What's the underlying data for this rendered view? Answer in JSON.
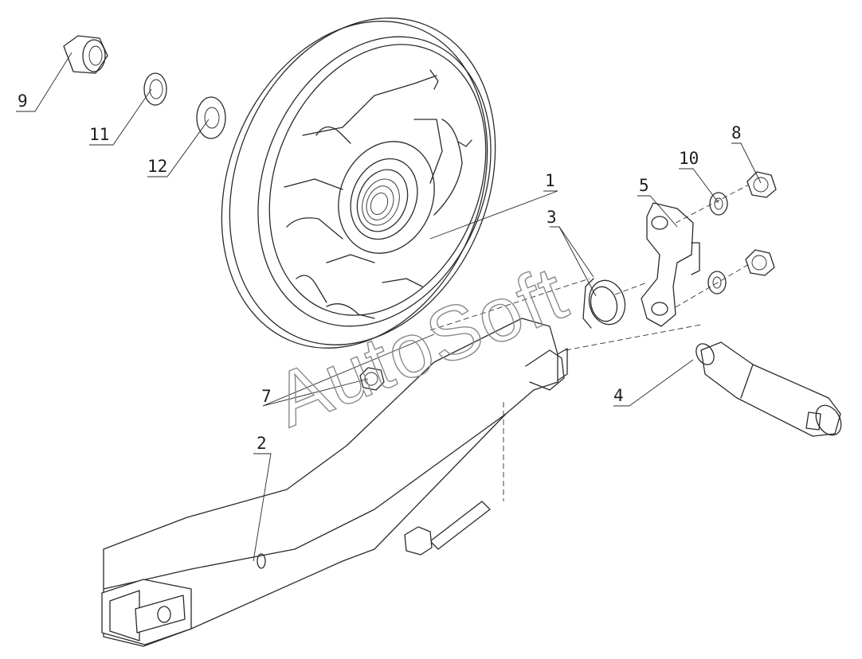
{
  "watermark": "AutoSoft",
  "callouts": [
    {
      "id": "c1",
      "label": "1"
    },
    {
      "id": "c2",
      "label": "2"
    },
    {
      "id": "c3",
      "label": "3"
    },
    {
      "id": "c4",
      "label": "4"
    },
    {
      "id": "c5",
      "label": "5"
    },
    {
      "id": "c7",
      "label": "7"
    },
    {
      "id": "c8",
      "label": "8"
    },
    {
      "id": "c9",
      "label": "9"
    },
    {
      "id": "c10",
      "label": "10"
    },
    {
      "id": "c11",
      "label": "11"
    },
    {
      "id": "c12",
      "label": "12"
    }
  ]
}
